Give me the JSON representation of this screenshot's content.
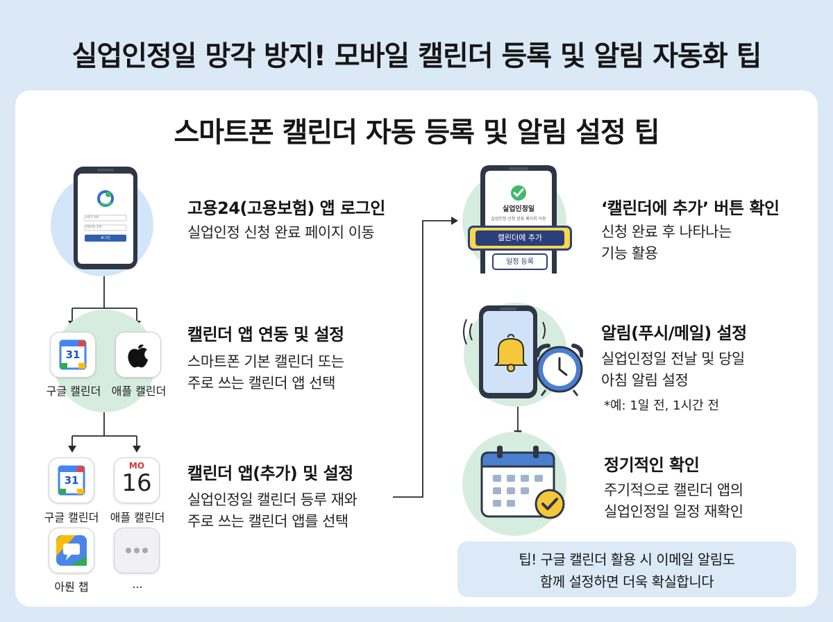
{
  "header": {
    "title": "실업인정일 망각 방지! 모바일 캘린더 등록 및 알림 자동화 팁",
    "subtitle": "스마트폰 캘린더 자동 등록 및 알림 설정 팁"
  },
  "steps": {
    "login": {
      "title": "고용24(고용보험) 앱 로그인",
      "desc": "실업인정 신청 완료 페이지 이동",
      "phone_field1": "고용주 번호",
      "phone_field2": "비밀번호 입력",
      "phone_button": "로그인"
    },
    "link": {
      "title": "캘린더 앱 연동 및 설정",
      "desc1": "스마트폰 기본 캘린더 또는",
      "desc2": "주로 쓰는 캘린더 앱 선택",
      "app1_label": "구글 캘린더",
      "app2_label": "애플 캘린더",
      "gcal_number": "31"
    },
    "add": {
      "title": "캘린더 앱(추가) 및 설정",
      "desc1": "실업인정일 캘린더 등루 재와",
      "desc2": "주로 쓰는 캘린더  앱를 선택",
      "app1_label": "구글 캘린더",
      "app2_label": "애플 캘린더",
      "app3_label": "아뤈 챕",
      "app4_label": "...",
      "gcal_number": "31",
      "apple_day": "MO",
      "apple_date": "16"
    },
    "confirm": {
      "title": "‘캘린더에 추가’ 버튼 확인",
      "desc1": "신청 완료 후 나타나는",
      "desc2": "기능 활용",
      "phone_title": "실업인정일",
      "phone_sub": "실업인정 신청 완료 페이지 이동",
      "phone_button": "캘린더에 추가",
      "phone_button2": "일정 등록"
    },
    "alarm": {
      "title": "알림(푸시/메일) 설정",
      "desc1": "실업인정일 전날 및 당일",
      "desc2": "아침 알림 설정",
      "note": "*예: 1일 전, 1시간 전"
    },
    "check": {
      "title": "정기적인 확인",
      "desc1": "주기적으로 캘린더 앱의",
      "desc2": "실업인정일 일정 재확인"
    }
  },
  "tip": {
    "line1": "팁! 구글 캘린더 활용 시 이메일 알림도",
    "line2": "함께 설정하면 더욱 확실합니다"
  },
  "colors": {
    "background": "#dbe8f6",
    "card": "#ffffff",
    "circle_blue": "#d3e5f8",
    "circle_green": "#d6ecdf",
    "button_yellow": "#f7d84a",
    "button_navy": "#2c3e7a",
    "check_green": "#3fba6a"
  }
}
